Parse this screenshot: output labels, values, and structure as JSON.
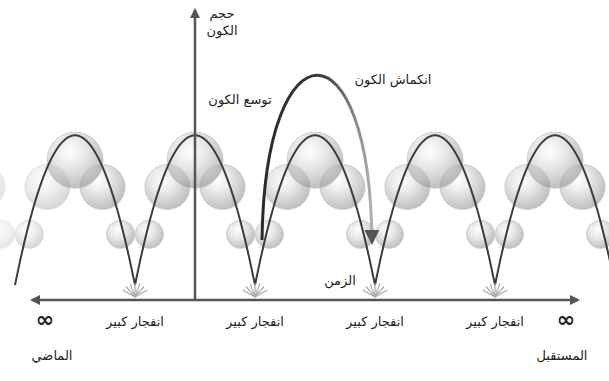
{
  "diagram": {
    "labels": [
      "حجم الكون",
      "توسع الكون",
      "انكماش الكون",
      "الزمن",
      "انفجار كبير",
      "انفجار كبير",
      "انفجار كبير",
      "انفجار كبير",
      "∞",
      "∞",
      "الماضي",
      "المستقبل"
    ]
  }
}
